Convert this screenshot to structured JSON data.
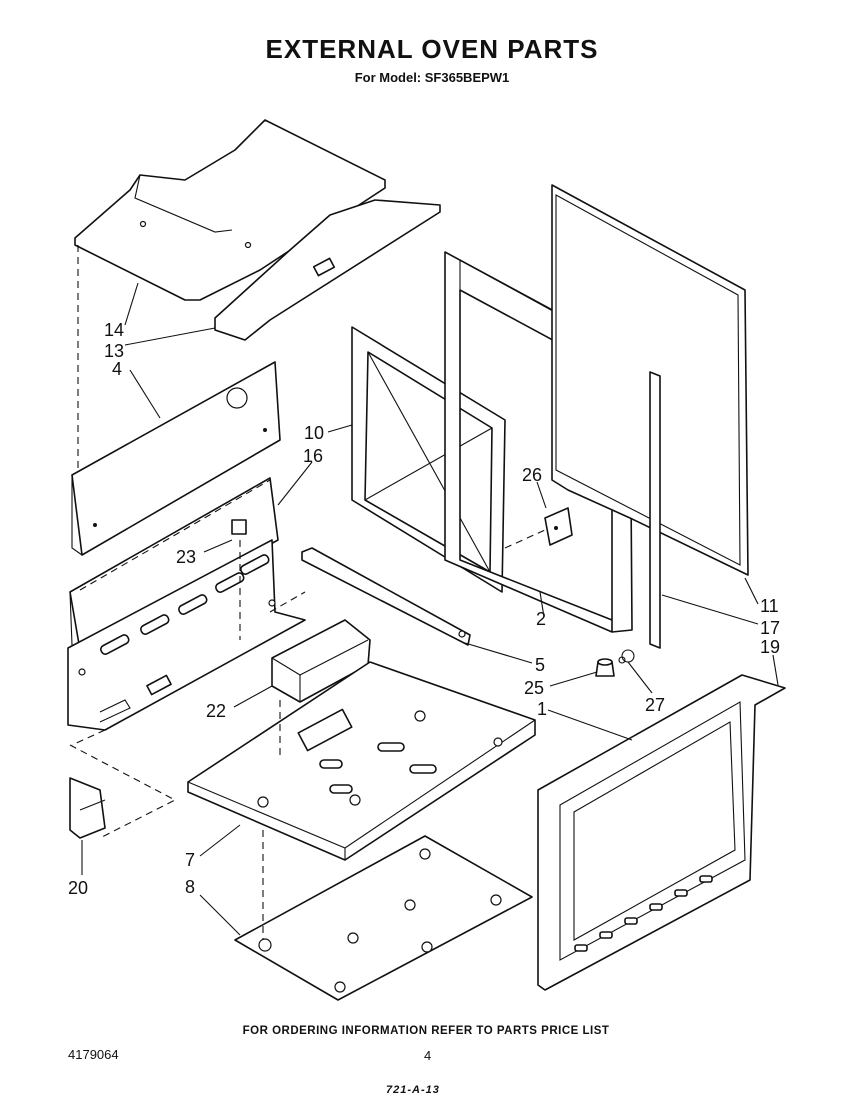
{
  "header": {
    "title": "EXTERNAL OVEN PARTS",
    "subtitle": "For Model: SF365BEPW1"
  },
  "callouts": {
    "p14": "14",
    "p13": "13",
    "p4": "4",
    "p10": "10",
    "p16": "16",
    "p26": "26",
    "p23": "23",
    "p2": "2",
    "p5": "5",
    "p25": "25",
    "p22": "22",
    "p1": "1",
    "p27": "27",
    "p11": "11",
    "p17": "17",
    "p19": "19",
    "p7": "7",
    "p8": "8",
    "p20": "20"
  },
  "footer": {
    "note": "FOR ORDERING INFORMATION REFER TO PARTS PRICE LIST",
    "doc_number": "4179064",
    "page": "4",
    "code": "721-A-13"
  }
}
